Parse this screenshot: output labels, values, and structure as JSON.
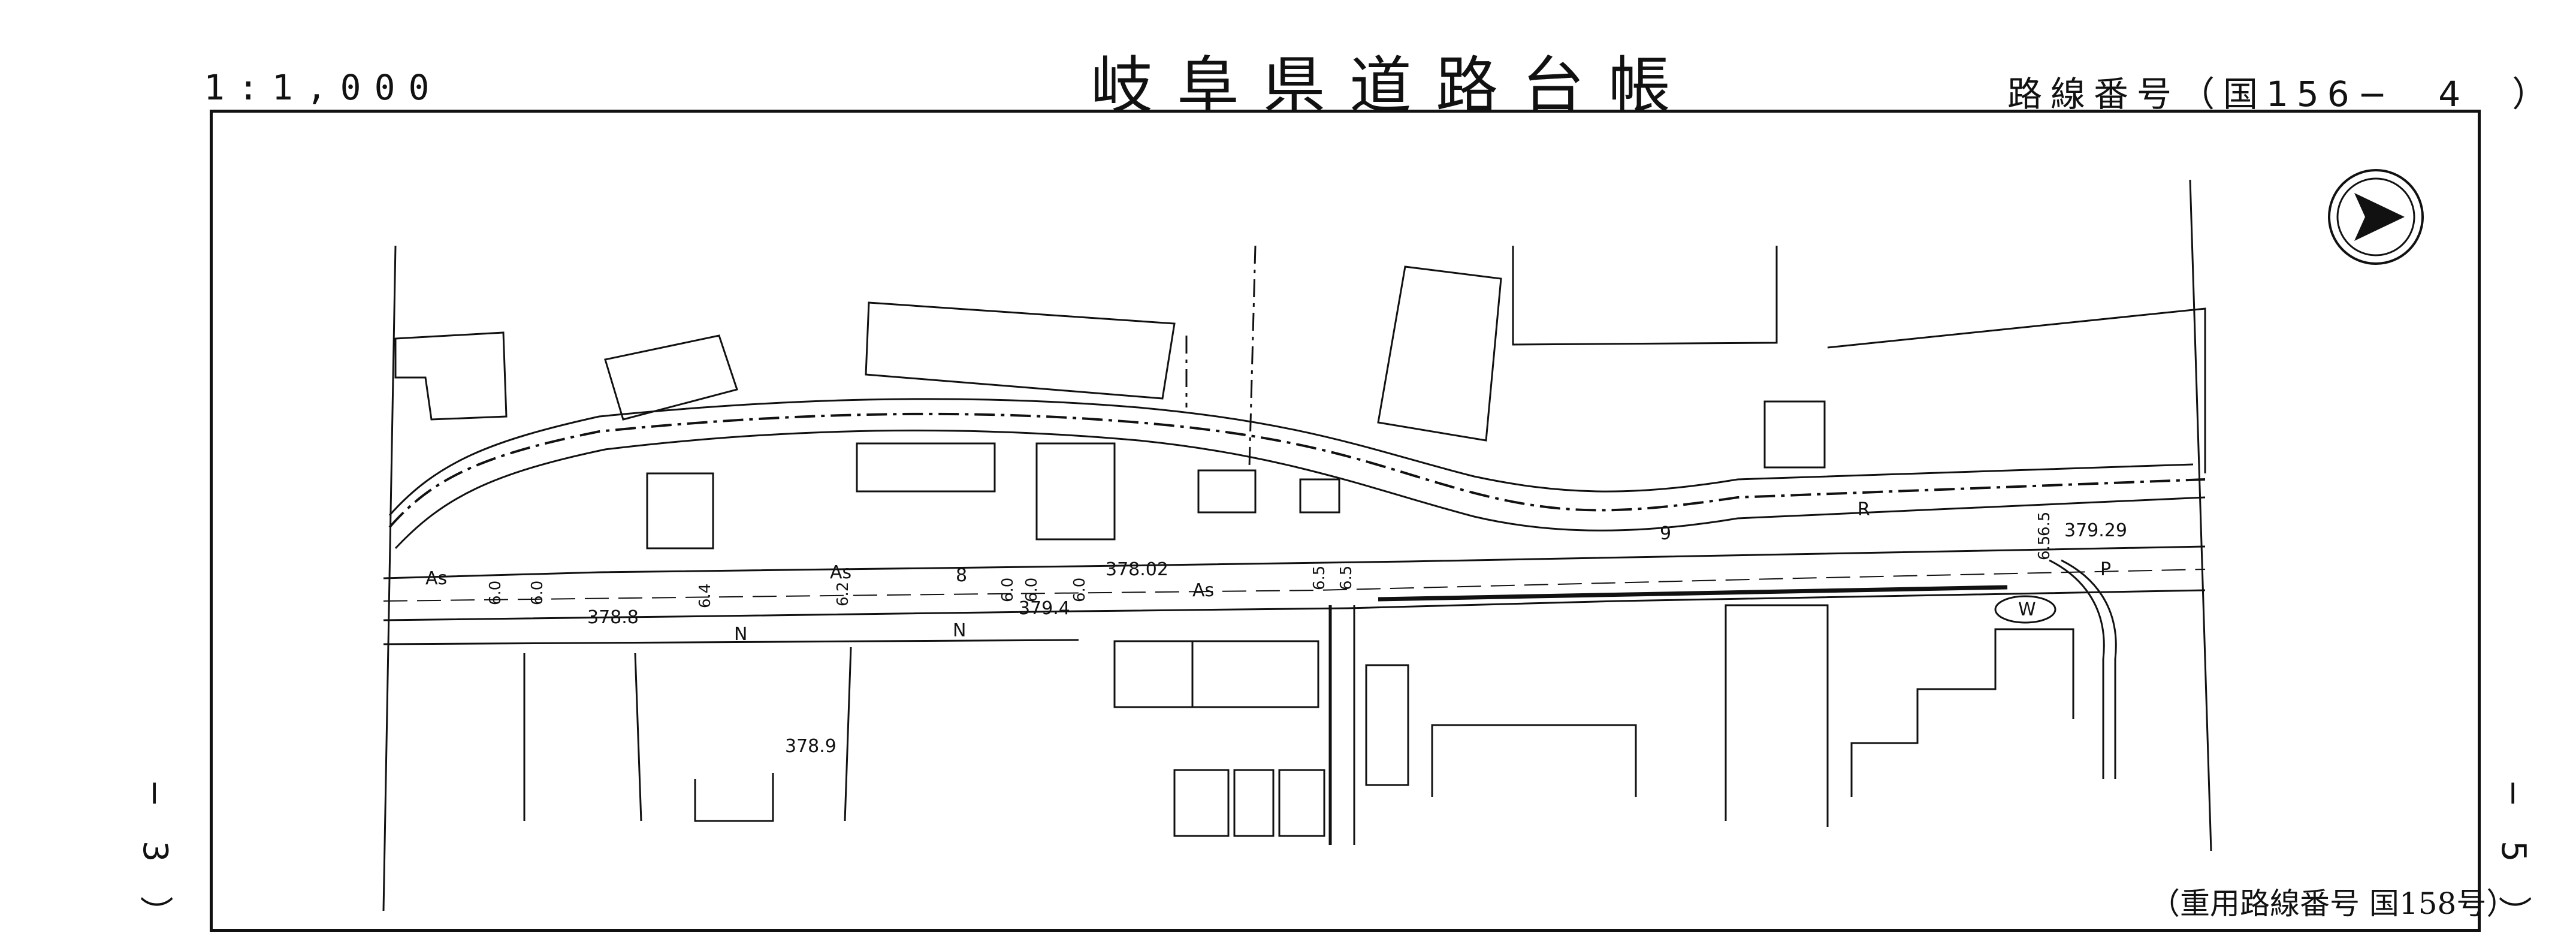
{
  "sheet": {
    "scale": "1:1,000",
    "title": "岐阜県道路台帳",
    "route_number": "路線番号（国156−　4　）",
    "shared_route": "（重用路線番号 国158号）",
    "prev_sheet": "−　3　）",
    "next_sheet": "−　5　）"
  },
  "map": {
    "elevations": [
      "378.02",
      "379.4",
      "379.29",
      "378.8",
      "378.9"
    ],
    "surface_labels": [
      "As",
      "As",
      "As"
    ],
    "widths": [
      "6.0",
      "6.0",
      "6.4",
      "6.2",
      "6.0",
      "6.0",
      "6.0",
      "6.5",
      "6.5",
      "6.5",
      "6.5"
    ],
    "station_numbers": [
      "8",
      "9"
    ],
    "feature_letters": [
      "R",
      "N",
      "N",
      "P",
      "W"
    ],
    "north_arrow": "north-arrow-icon"
  }
}
